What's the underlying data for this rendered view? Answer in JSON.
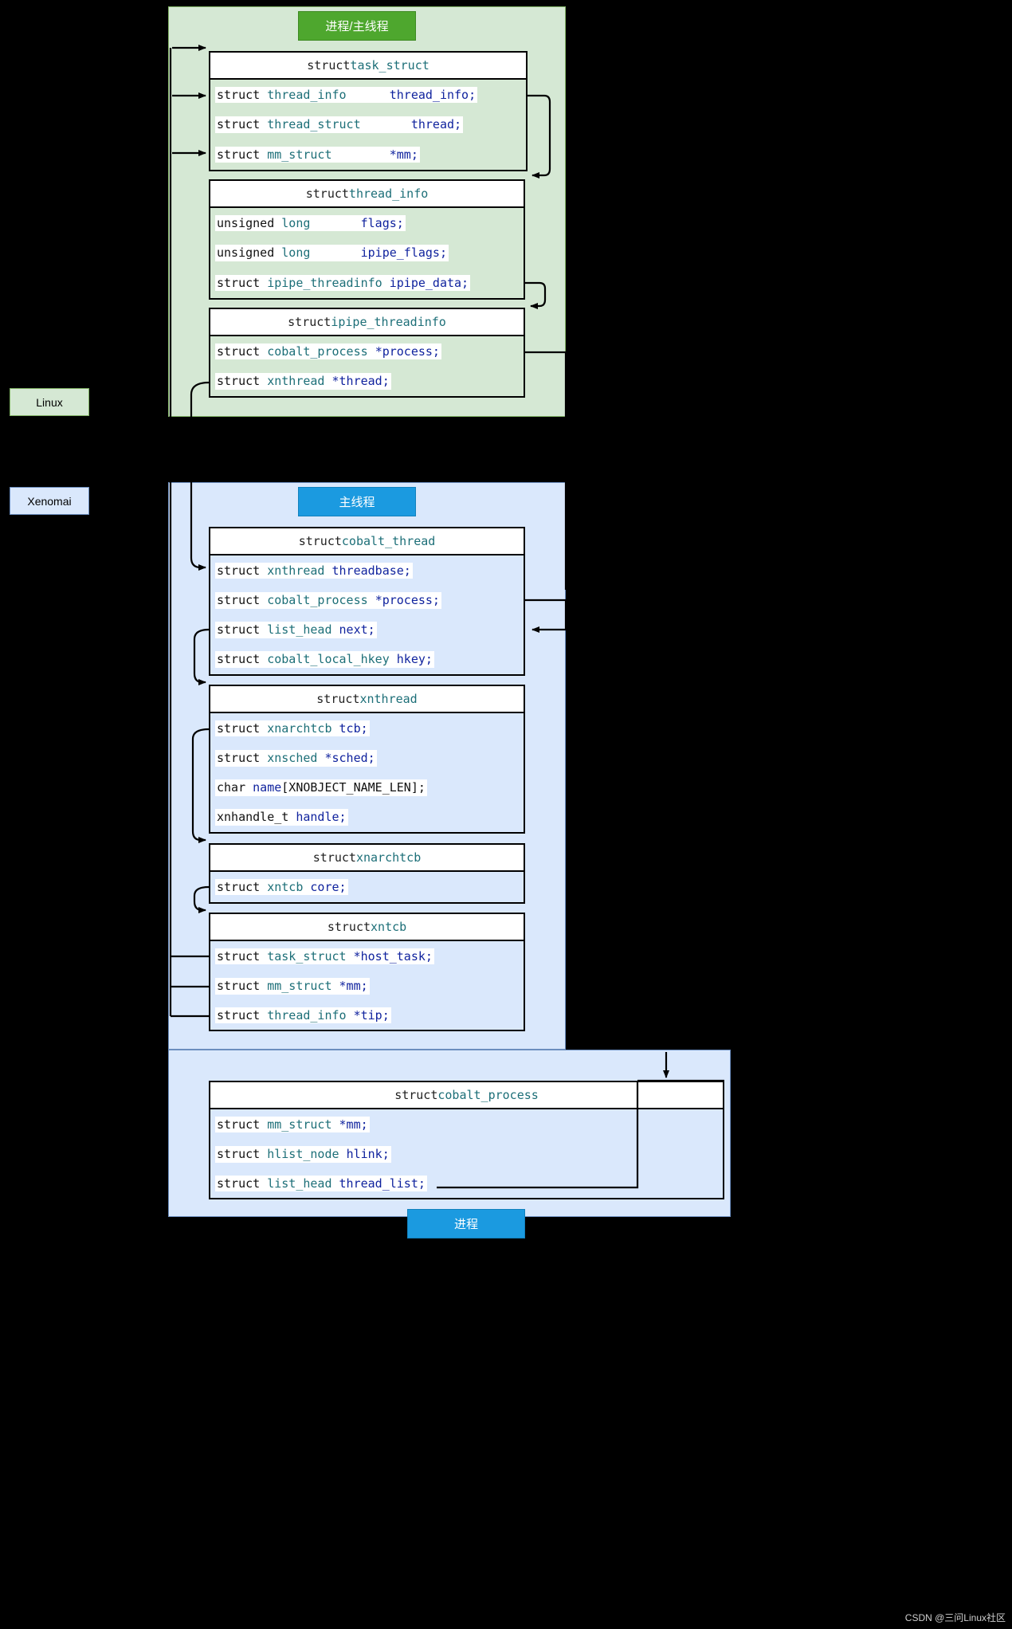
{
  "meta": {
    "watermark": "CSDN @三问Linux社区",
    "colors": {
      "linux_fill": "#d5e8d4",
      "linux_stroke": "#82b366",
      "xenomai_fill": "#dae8fc",
      "xenomai_stroke": "#6c8ebf",
      "green_chip": "#4ea72e",
      "blue_chip": "#1b9ae0",
      "background": "#000000",
      "type_color": "#1d6f78",
      "name_color": "#10239e"
    }
  },
  "side_labels": {
    "linux": "Linux",
    "xenomai": "Xenomai"
  },
  "chips": {
    "process_main_thread": "进程/主线程",
    "main_thread": "主线程",
    "process": "进程"
  },
  "structs": [
    {
      "id": "task_struct",
      "title_prefix": "struct ",
      "title_type": "task_struct",
      "rows": [
        {
          "kw": "struct ",
          "type": "thread_info",
          "gap": "      ",
          "name": "thread_info;"
        },
        {
          "kw": "struct ",
          "type": "thread_struct",
          "gap": "       ",
          "name": "thread;"
        },
        {
          "kw": "struct ",
          "type": "mm_struct",
          "gap": "        ",
          "name": "*mm;"
        }
      ]
    },
    {
      "id": "thread_info",
      "title_prefix": "struct ",
      "title_type": "thread_info",
      "rows": [
        {
          "kw": "unsigned ",
          "type": "long",
          "gap": "       ",
          "name": "flags;"
        },
        {
          "kw": "unsigned ",
          "type": "long",
          "gap": "       ",
          "name": "ipipe_flags;"
        },
        {
          "kw": "struct ",
          "type": "ipipe_threadinfo",
          "gap": " ",
          "name": "ipipe_data;"
        }
      ]
    },
    {
      "id": "ipipe_threadinfo",
      "title_prefix": "struct ",
      "title_type": "ipipe_threadinfo",
      "rows": [
        {
          "kw": "struct ",
          "type": "cobalt_process",
          "gap": " ",
          "name": "*process;"
        },
        {
          "kw": "struct ",
          "type": "xnthread",
          "gap": " ",
          "name": "*thread;"
        }
      ]
    },
    {
      "id": "cobalt_thread",
      "title_prefix": "struct ",
      "title_type": "cobalt_thread",
      "rows": [
        {
          "kw": "struct ",
          "type": "xnthread",
          "gap": " ",
          "name": "threadbase;"
        },
        {
          "kw": "struct ",
          "type": "cobalt_process",
          "gap": " ",
          "name": "*process;"
        },
        {
          "kw": "struct ",
          "type": "list_head",
          "gap": " ",
          "name": "next;"
        },
        {
          "kw": "struct ",
          "type": "cobalt_local_hkey",
          "gap": " ",
          "name": "hkey;"
        }
      ]
    },
    {
      "id": "xnthread",
      "title_prefix": "struct ",
      "title_type": "xnthread",
      "rows": [
        {
          "kw": "struct ",
          "type": "xnarchtcb",
          "gap": " ",
          "name": "tcb;"
        },
        {
          "kw": "struct ",
          "type": "xnsched",
          "gap": " ",
          "name": "*sched;"
        },
        {
          "kw": "char ",
          "type": "name",
          "gap": "",
          "name": "[XNOBJECT_NAME_LEN];"
        },
        {
          "kw": "xnhandle_t ",
          "type": "",
          "gap": "",
          "name": "handle;"
        }
      ]
    },
    {
      "id": "xnarchtcb",
      "title_prefix": "struct ",
      "title_type": "xnarchtcb",
      "rows": [
        {
          "kw": "struct ",
          "type": "xntcb",
          "gap": " ",
          "name": "core;"
        }
      ]
    },
    {
      "id": "xntcb",
      "title_prefix": "struct ",
      "title_type": "xntcb",
      "rows": [
        {
          "kw": "struct ",
          "type": "task_struct",
          "gap": " ",
          "name": "*host_task;"
        },
        {
          "kw": "struct ",
          "type": "mm_struct",
          "gap": " ",
          "name": "*mm;"
        },
        {
          "kw": "struct ",
          "type": "thread_info",
          "gap": " ",
          "name": "*tip;"
        }
      ]
    },
    {
      "id": "cobalt_process",
      "title_prefix": "struct ",
      "title_type": "cobalt_process",
      "rows": [
        {
          "kw": "struct ",
          "type": "mm_struct",
          "gap": " ",
          "name": "*mm;"
        },
        {
          "kw": "struct ",
          "type": "hlist_node",
          "gap": " ",
          "name": "hlink;"
        },
        {
          "kw": "struct ",
          "type": "list_head",
          "gap": " ",
          "name": "thread_list;"
        }
      ]
    }
  ]
}
